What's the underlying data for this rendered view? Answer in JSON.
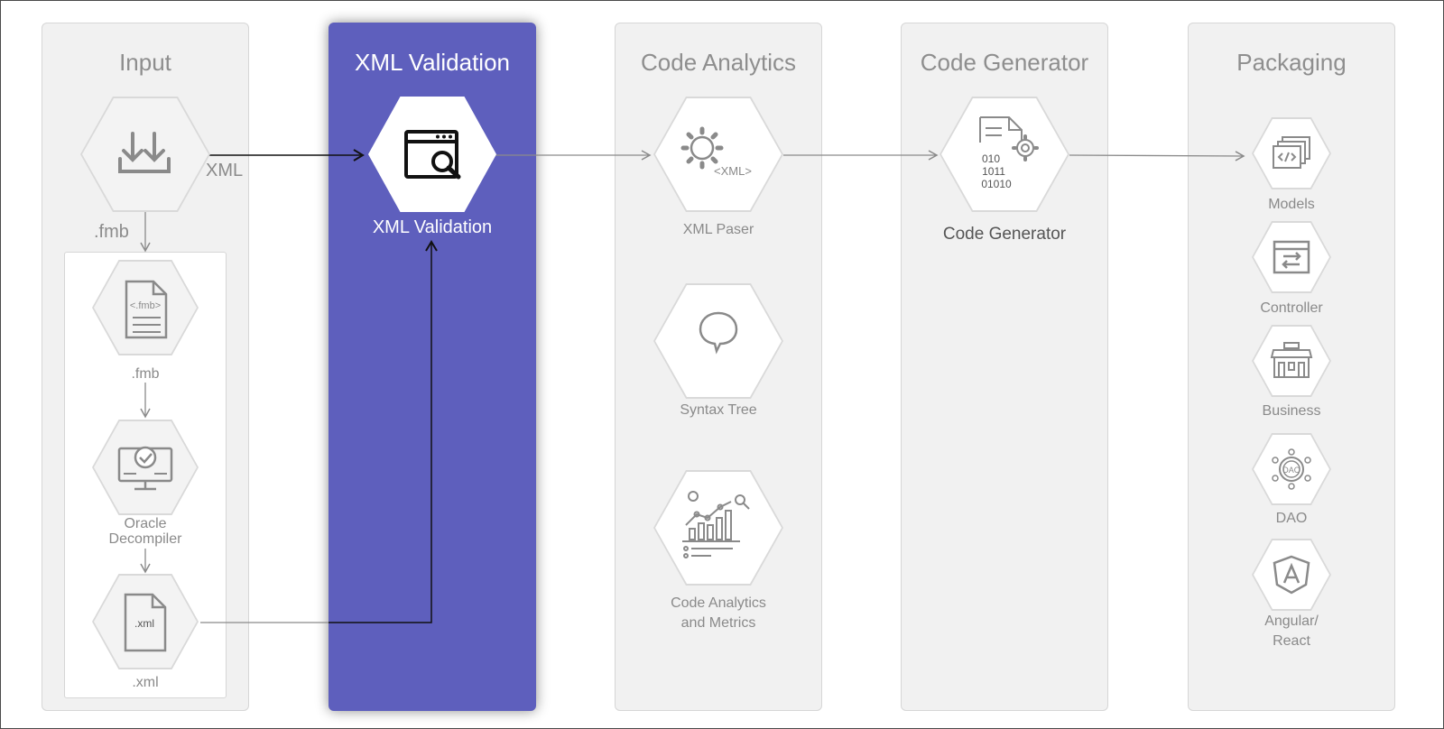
{
  "columns": {
    "input": "Input",
    "xml_validation": "XML Validation",
    "code_analytics": "Code Analytics",
    "code_generator": "Code Generator",
    "packaging": "Packaging"
  },
  "input": {
    "xml_edge": "XML",
    "fmb_edge": ".fmb",
    "fmb_file_label": ".fmb",
    "fmb_doc_text": "<.fmb>",
    "decompiler_label_1": "Oracle",
    "decompiler_label_2": "Decompiler",
    "xml_file_label": ".xml",
    "xml_doc_text": ".xml"
  },
  "validation": {
    "node_label": "XML Validation"
  },
  "analytics": {
    "parser_label": "XML Paser",
    "parser_icon_text": "<XML>",
    "tree_label": "Syntax Tree",
    "metrics_label_1": "Code Analytics",
    "metrics_label_2": "and Metrics"
  },
  "generator": {
    "node_label": "Code Generator",
    "bits_1": "010",
    "bits_2": "1011",
    "bits_3": "01010"
  },
  "packaging": {
    "models": "Models",
    "controller": "Controller",
    "business": "Business",
    "dao": "DAO",
    "dao_icon_text": "DAO",
    "angular_1": "Angular/",
    "angular_2": "React"
  },
  "colors": {
    "accent": "#5e5fbd",
    "panel": "#f1f1f1",
    "icon": "#8a8a8a",
    "black_icon": "#111111"
  },
  "icons": [
    "download-icon",
    "browser-search-icon",
    "gear-xml-icon",
    "speech-bubble-icon",
    "analytics-chart-icon",
    "document-gear-icon",
    "code-windows-icon",
    "controller-window-icon",
    "storefront-icon",
    "dao-network-icon",
    "angular-icon",
    "fmb-document-icon",
    "monitor-gear-icon",
    "xml-document-icon"
  ]
}
